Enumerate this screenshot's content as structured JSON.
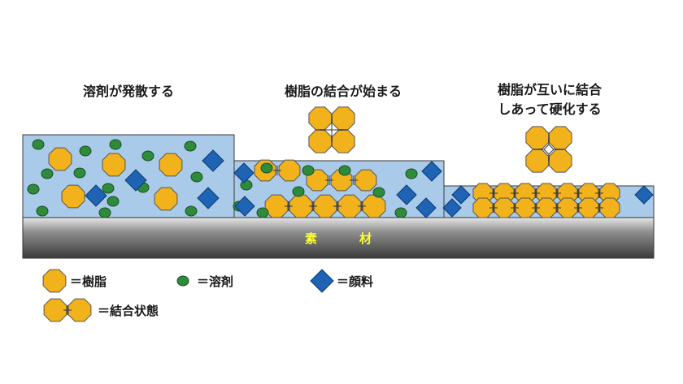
{
  "stages": [
    {
      "lines": [
        "溶剤が発散する"
      ]
    },
    {
      "lines": [
        "樹脂の結合が始まる"
      ]
    },
    {
      "lines": [
        "樹脂が互いに結合",
        "しあって硬化する"
      ]
    }
  ],
  "substrate": {
    "chars": [
      "素",
      "材"
    ]
  },
  "legend": {
    "resin": "＝樹脂",
    "solvent": "＝溶剤",
    "pigment": "＝顔料",
    "bonded": "＝結合状態"
  },
  "colors": {
    "resin_fill": "#f2b21c",
    "resin_stroke": "#555555",
    "solvent_fill": "#2e8b3c",
    "pigment_fill": "#1f63b5",
    "coating_fill": "#a9cbe9",
    "substrate_text": "#ffff33"
  },
  "icons": [
    "octagon-resin-icon",
    "circle-solvent-icon",
    "diamond-pigment-icon",
    "bonded-resin-icon"
  ]
}
